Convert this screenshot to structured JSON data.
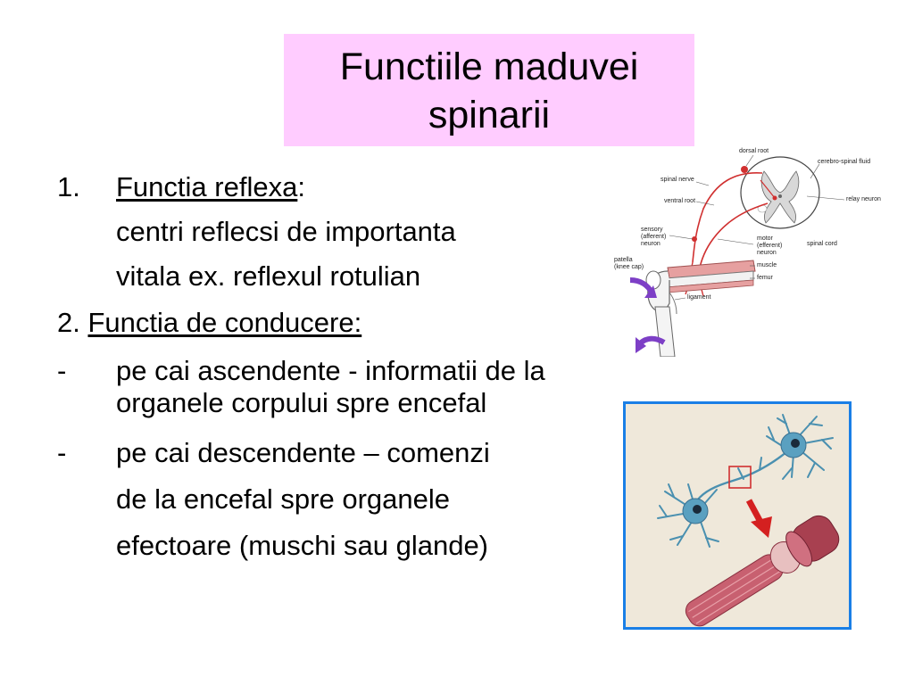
{
  "title": {
    "line1": "Functiile maduvei",
    "line2": "spinarii"
  },
  "content": {
    "item1_number": "1.",
    "item1_heading": "Functia reflexa",
    "item1_colon": ":",
    "item1_line2": "centri reflecsi de importanta",
    "item1_line3": "vitala ex. reflexul rotulian",
    "item2_prefix": "2. ",
    "item2_heading": "Functia de conducere:",
    "bullet1_marker": "-",
    "bullet1_line1": "pe cai ascendente - informatii de la",
    "bullet1_line2": "organele corpului spre encefal",
    "bullet2_marker": "-",
    "bullet2_line1": "pe cai descendente – comenzi",
    "bullet2_line2": "de la encefal spre organele",
    "bullet2_line3": "efectoare (muschi sau glande)"
  },
  "reflex_figure": {
    "labels": {
      "dorsal_root": "dorsal root",
      "csf": "cerebro-spinal fluid",
      "spinal_nerve": "spinal nerve",
      "ventral_root": "ventral root",
      "relay_neuron": "relay neuron",
      "sensory": "sensory",
      "afferent": "(afferent)",
      "neuron_s": "neuron",
      "motor": "motor",
      "efferent": "(efferent)",
      "neuron_m": "neuron",
      "spinal_cord": "spinal cord",
      "patella": "patella",
      "knee_cap": "(knee cap)",
      "muscle": "muscle",
      "femur": "femur",
      "ligament": "ligament"
    },
    "colors": {
      "arrow": "#7d3fc6",
      "nerve": "#d03030",
      "muscle": "#e6a0a0"
    }
  },
  "neuron_figure": {
    "colors": {
      "border": "#1a7fe6",
      "background": "#efe8da",
      "neuron": "#4a90b0",
      "focus_arrow": "#d42020",
      "muscle": "#b84a5a"
    }
  }
}
